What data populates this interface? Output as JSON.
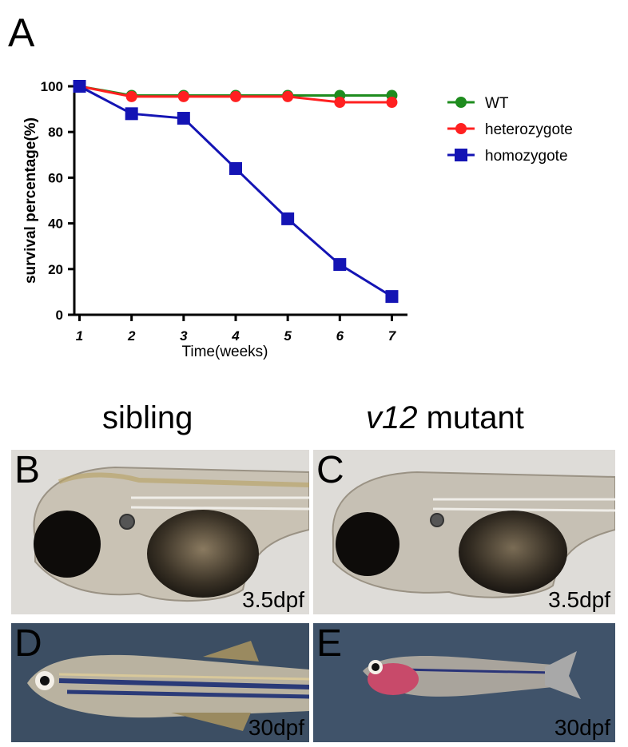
{
  "figure": {
    "panel_a_letter": "A",
    "col_sibling": "sibling",
    "col_mutant_italic": "v12",
    "col_mutant_rest": " mutant",
    "panels": [
      {
        "letter": "B",
        "stage": "3.5dpf"
      },
      {
        "letter": "C",
        "stage": "3.5dpf"
      },
      {
        "letter": "D",
        "stage": "30dpf"
      },
      {
        "letter": "E",
        "stage": "30dpf"
      }
    ]
  },
  "chart_data": {
    "type": "line",
    "xlabel": "Time(weeks)",
    "ylabel": "survival percentage(%)",
    "x": [
      1,
      2,
      3,
      4,
      5,
      6,
      7
    ],
    "xlim": [
      0.9,
      7.3
    ],
    "ylim": [
      0,
      100
    ],
    "yticks": [
      0,
      20,
      40,
      60,
      80,
      100
    ],
    "legend_position": "right",
    "series": [
      {
        "name": "WT",
        "color": "#1e8c1e",
        "marker": "circle",
        "values": [
          100,
          96,
          96,
          96,
          96,
          96,
          96
        ]
      },
      {
        "name": "heterozygote",
        "color": "#ff2020",
        "marker": "circle",
        "values": [
          100,
          95.5,
          95.5,
          95.5,
          95.5,
          93,
          93
        ]
      },
      {
        "name": "homozygote",
        "color": "#1414b4",
        "marker": "square",
        "values": [
          100,
          88,
          86,
          64,
          42,
          22,
          8
        ]
      }
    ]
  }
}
